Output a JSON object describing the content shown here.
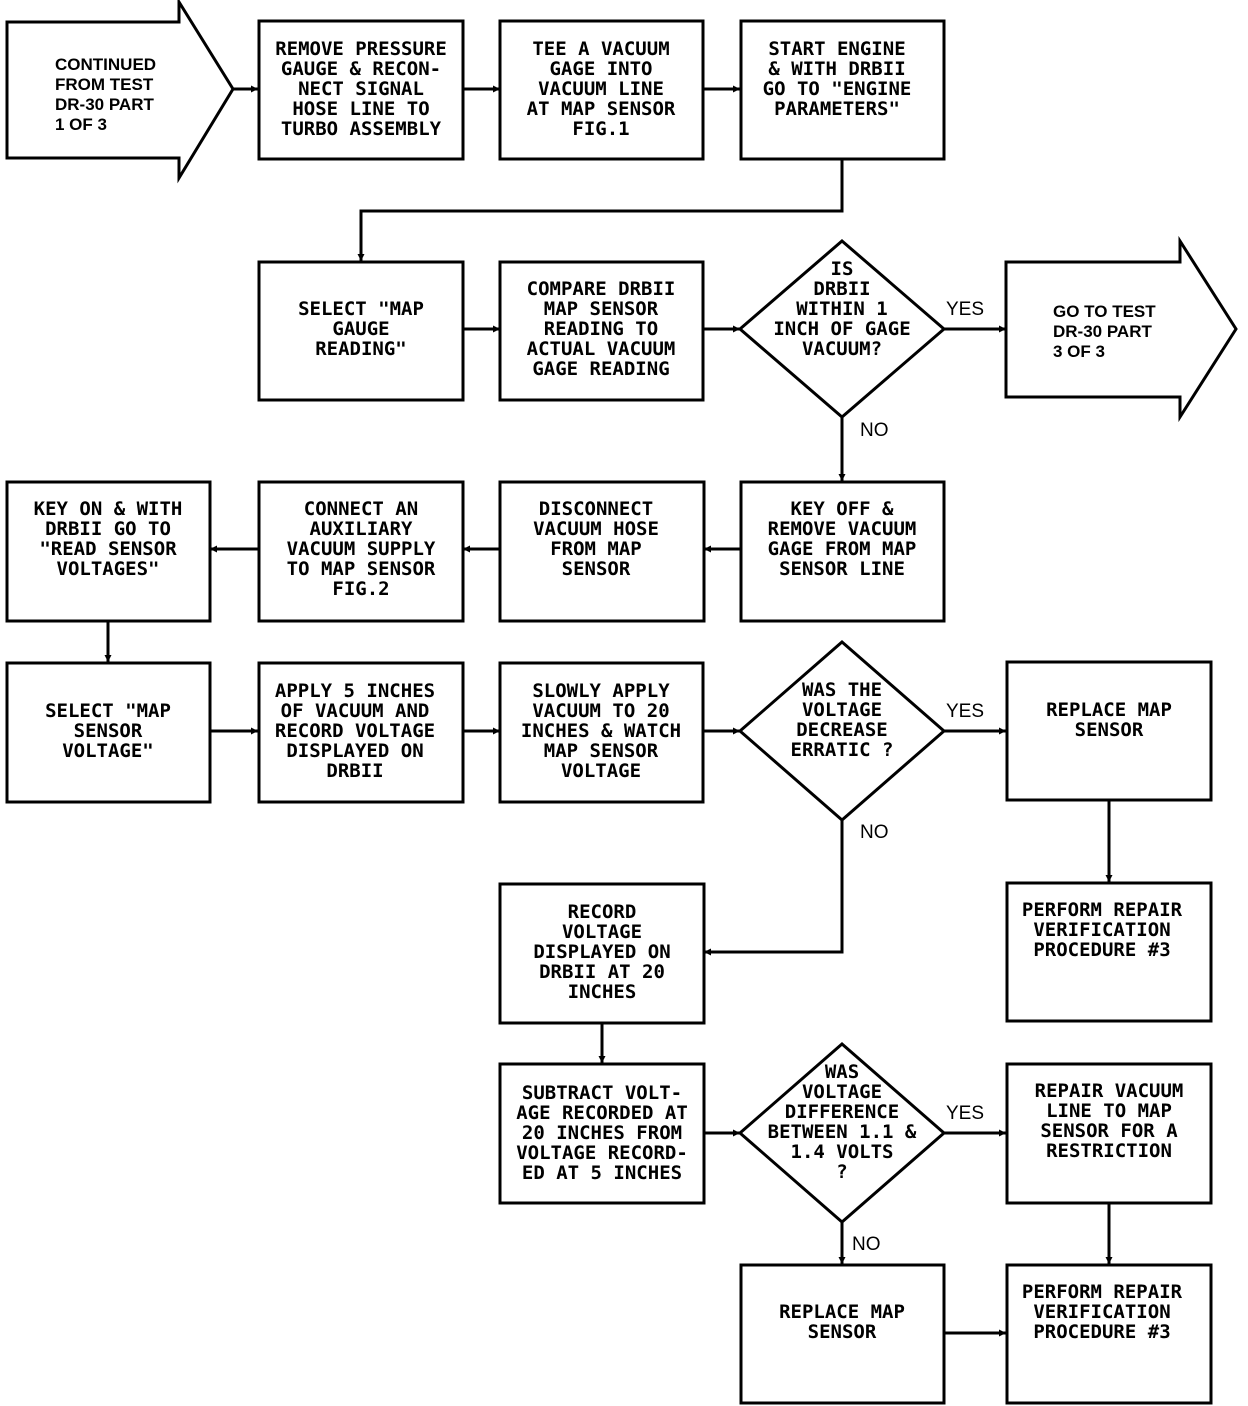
{
  "nodes": {
    "continued": [
      "CONTINUED",
      "FROM TEST",
      "DR-30 PART",
      "1 OF 3"
    ],
    "remove_gauge": [
      "REMOVE PRESSURE",
      "GAUGE & RECON-",
      "NECT SIGNAL",
      "HOSE LINE TO",
      "TURBO ASSEMBLY"
    ],
    "tee_gage": [
      "TEE A VACUUM",
      "GAGE INTO",
      "VACUUM LINE",
      "AT MAP SENSOR",
      "FIG.1"
    ],
    "start_engine": [
      "START ENGINE",
      "& WITH DRBII",
      "GO TO \"ENGINE",
      "PARAMETERS\""
    ],
    "select_map_gauge": [
      "SELECT \"MAP",
      "GAUGE",
      "READING\""
    ],
    "compare_reading": [
      "COMPARE DRBII",
      "MAP SENSOR",
      "READING TO",
      "ACTUAL VACUUM",
      "GAGE READING"
    ],
    "is_within": [
      "IS",
      "DRBII",
      "WITHIN 1",
      "INCH OF GAGE",
      "VACUUM?"
    ],
    "goto_part3": [
      "GO TO TEST",
      "DR-30 PART",
      "3 OF 3"
    ],
    "key_off": [
      "KEY OFF &",
      "REMOVE VACUUM",
      "GAGE FROM MAP",
      "SENSOR LINE"
    ],
    "disconnect_hose": [
      "DISCONNECT",
      "VACUUM HOSE",
      "FROM MAP",
      "SENSOR"
    ],
    "connect_aux": [
      "CONNECT AN",
      "AUXILIARY",
      "VACUUM SUPPLY",
      "TO MAP SENSOR",
      "FIG.2"
    ],
    "key_on": [
      "KEY ON & WITH",
      "DRBII GO TO",
      "\"READ SENSOR",
      "VOLTAGES\""
    ],
    "select_map_voltage": [
      "SELECT \"MAP",
      "SENSOR",
      "VOLTAGE\""
    ],
    "apply_5": [
      "APPLY 5 INCHES",
      "OF VACUUM AND",
      "RECORD VOLTAGE",
      "DISPLAYED ON",
      "DRBII"
    ],
    "slowly_apply": [
      "SLOWLY APPLY",
      "VACUUM TO 20",
      "INCHES & WATCH",
      "MAP SENSOR",
      "VOLTAGE"
    ],
    "was_erratic": [
      "WAS THE",
      "VOLTAGE",
      "DECREASE",
      "ERRATIC ?"
    ],
    "replace_map_1": [
      "REPLACE MAP",
      "SENSOR"
    ],
    "perform_repair_1": [
      "PERFORM REPAIR",
      "VERIFICATION",
      "PROCEDURE #3"
    ],
    "record_voltage": [
      "RECORD",
      "VOLTAGE",
      "DISPLAYED ON",
      "DRBII AT 20",
      "INCHES"
    ],
    "subtract": [
      "SUBTRACT VOLT-",
      "AGE RECORDED AT",
      "20 INCHES FROM",
      "VOLTAGE RECORD-",
      "ED AT 5 INCHES"
    ],
    "was_difference": [
      "WAS",
      "VOLTAGE",
      "DIFFERENCE",
      "BETWEEN 1.1 &",
      "1.4 VOLTS",
      "?"
    ],
    "repair_vacuum": [
      "REPAIR VACUUM",
      "LINE TO MAP",
      "SENSOR FOR A",
      "RESTRICTION"
    ],
    "replace_map_2": [
      "REPLACE MAP",
      "SENSOR"
    ],
    "perform_repair_2": [
      "PERFORM REPAIR",
      "VERIFICATION",
      "PROCEDURE #3"
    ]
  },
  "edge_labels": {
    "within_yes": "YES",
    "within_no": "NO",
    "erratic_yes": "YES",
    "erratic_no": "NO",
    "difference_yes": "YES",
    "difference_no": "NO"
  }
}
